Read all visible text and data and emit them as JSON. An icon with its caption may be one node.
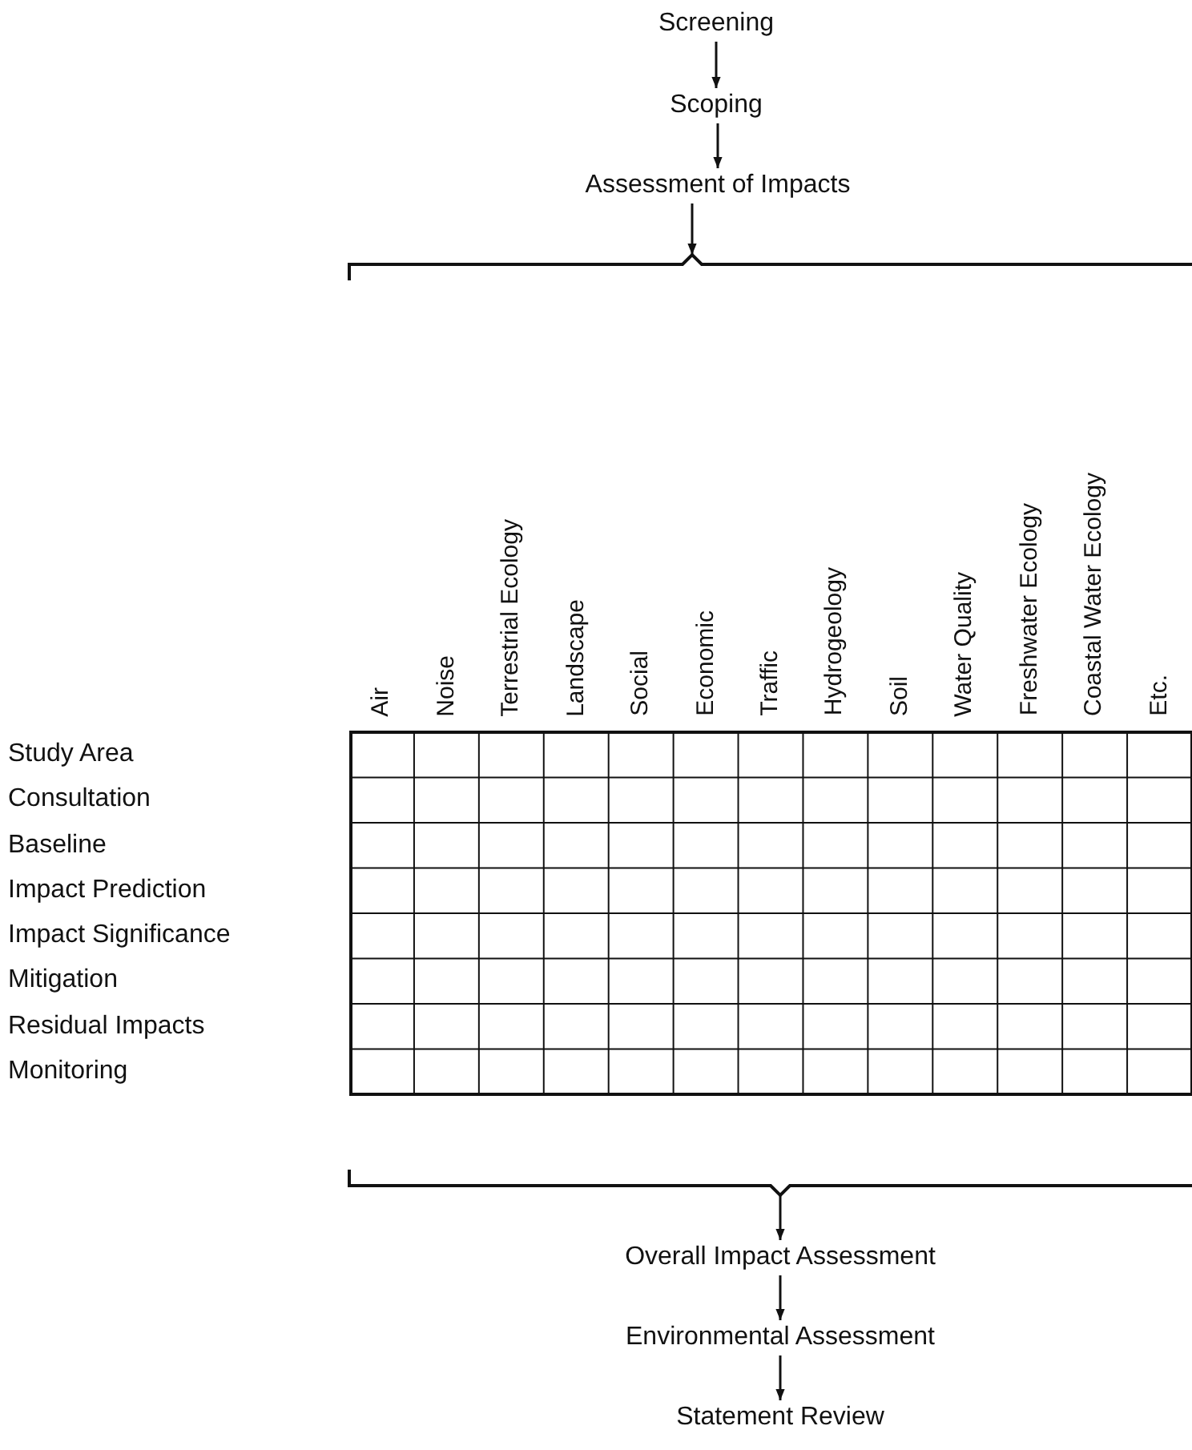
{
  "diagram": {
    "nodes": [
      {
        "text": [
          "Screening"
        ]
      },
      {
        "text": [
          "Scoping"
        ]
      },
      {
        "text": [
          "Assessment of Impacts"
        ]
      },
      {
        "text": [],
        "shape": "bracket"
      },
      {
        "text": [],
        "shape": "bracket"
      },
      {
        "text": [
          "Overall Impact Assessment"
        ]
      },
      {
        "text": [
          "Environmental Assessment"
        ]
      },
      {
        "text": [
          "Statement Review"
        ]
      }
    ],
    "edges": [
      {
        "from": 0,
        "to": 1,
        "arrow": "to"
      },
      {
        "from": 1,
        "to": 2,
        "arrow": "to"
      },
      {
        "from": 2,
        "to": 3,
        "arrow": "to"
      },
      {
        "from": 4,
        "to": 5,
        "arrow": "to"
      },
      {
        "from": 5,
        "to": 6,
        "arrow": "to"
      },
      {
        "from": 6,
        "to": 7,
        "arrow": "to"
      }
    ],
    "labels": [
      "Air",
      "Noise",
      "Terrestrial Ecology",
      "Landscape",
      "Social",
      "Economic",
      "Traffic",
      "Hydrogeology",
      "Soil",
      "Water Quality",
      "Freshwater Ecology",
      "Coastal Water Ecology",
      "Etc.",
      "Study Area",
      "Consultation",
      "Baseline",
      "Impact Prediction",
      "Impact Significance",
      "Mitigation",
      "Residual Impacts",
      "Monitoring"
    ]
  }
}
